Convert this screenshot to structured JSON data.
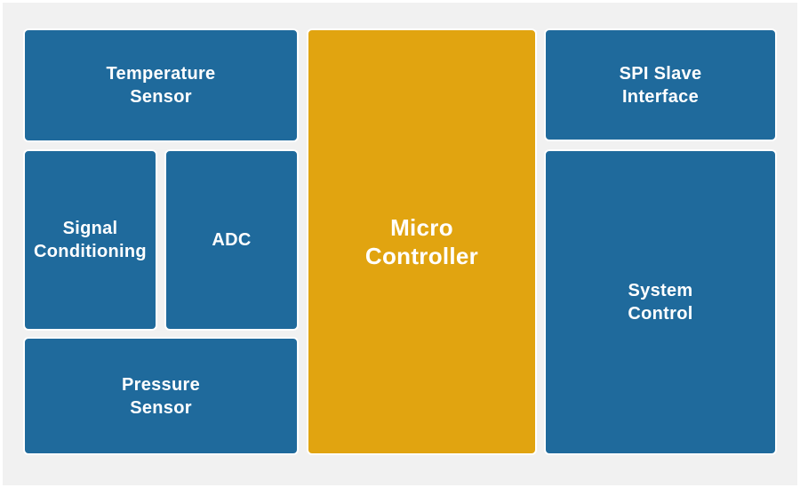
{
  "colors": {
    "panel_background": "#f1f1f1",
    "frame_border": "#ffffff",
    "block_blue": "#1f6a9c",
    "block_orange": "#e1a410",
    "label_text": "#ffffff"
  },
  "blocks": {
    "temperature_sensor": {
      "label": "Temperature\nSensor"
    },
    "signal_conditioning": {
      "label": "Signal\nConditioning"
    },
    "adc": {
      "label": "ADC"
    },
    "pressure_sensor": {
      "label": "Pressure\nSensor"
    },
    "micro_controller": {
      "label": "Micro\nController"
    },
    "spi_slave_interface": {
      "label": "SPI Slave\nInterface"
    },
    "system_control": {
      "label": "System\nControl"
    }
  }
}
